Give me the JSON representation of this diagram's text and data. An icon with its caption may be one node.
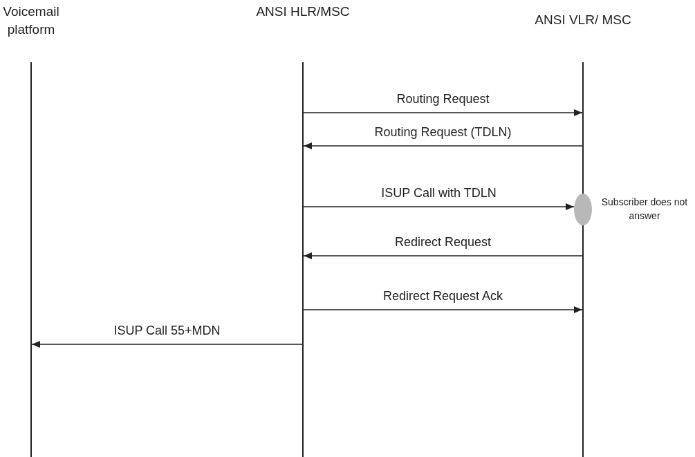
{
  "diagram": {
    "nodes": [
      {
        "text": [
          "Voicemail platform"
        ]
      },
      {
        "text": [
          "ANSI HLR/MSC"
        ]
      },
      {
        "text": [
          "ANSI VLR/ MSC"
        ]
      },
      {
        "text": [],
        "shape": "circle",
        "beside": [
          "Subscriber does not answer"
        ]
      }
    ],
    "edges": [
      {
        "from": 1,
        "to": 2,
        "arrow": "to",
        "label": "Routing Request"
      },
      {
        "from": 2,
        "to": 1,
        "arrow": "to",
        "label": "Routing Request (TDLN)"
      },
      {
        "from": 1,
        "to": 3,
        "arrow": "to",
        "label": "ISUP Call with TDLN"
      },
      {
        "from": 2,
        "to": 1,
        "arrow": "to",
        "label": "Redirect Request"
      },
      {
        "from": 1,
        "to": 2,
        "arrow": "to",
        "label": "Redirect Request Ack"
      },
      {
        "from": 1,
        "to": 0,
        "arrow": "to",
        "label": "ISUP Call 55+MDN"
      }
    ]
  }
}
